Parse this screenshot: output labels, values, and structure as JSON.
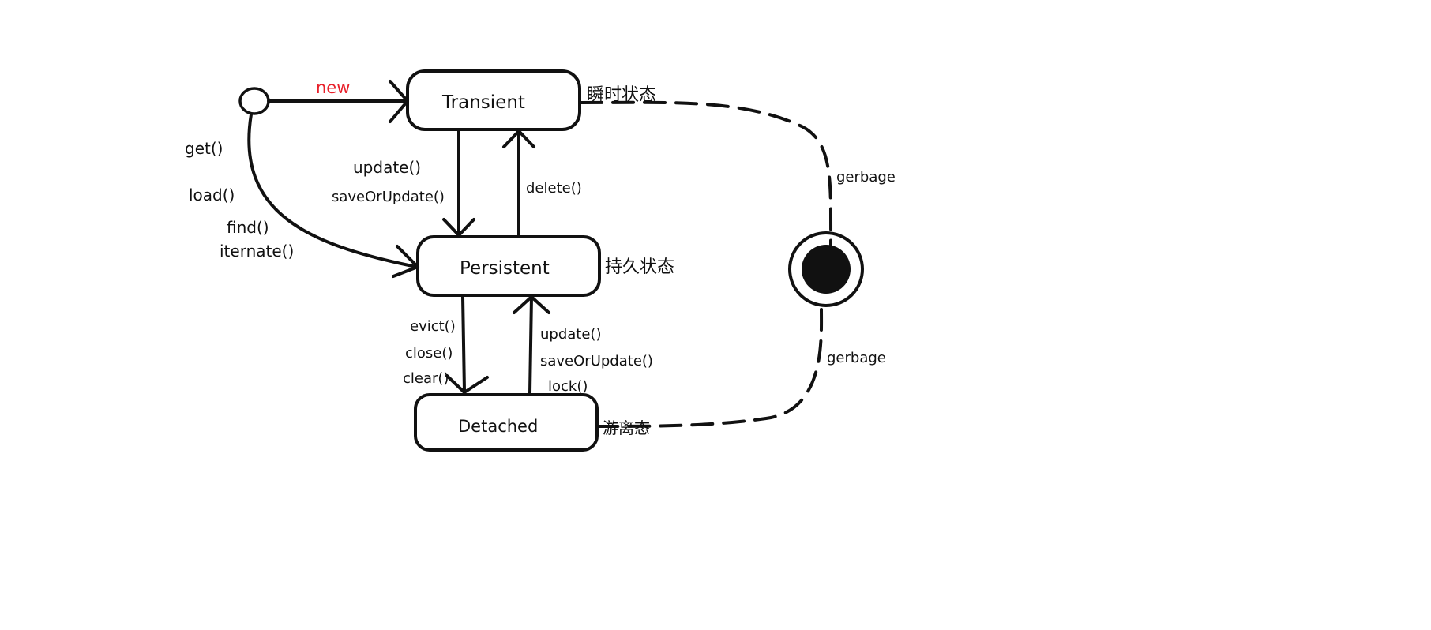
{
  "states": {
    "transient": {
      "name": "Transient",
      "cn_label": "瞬时状态"
    },
    "persistent": {
      "name": "Persistent",
      "cn_label": "持久状态"
    },
    "detached": {
      "name": "Detached",
      "cn_label": "游离态"
    }
  },
  "transitions": {
    "initial_to_transient": {
      "label": "new",
      "color": "#e8202a"
    },
    "initial_to_persistent": {
      "labels": [
        "get()",
        "load()",
        "find()",
        "iternate()"
      ]
    },
    "transient_to_persistent": {
      "labels": [
        "update()",
        "saveOrUpdate()"
      ]
    },
    "persistent_to_transient": {
      "label": "delete()"
    },
    "persistent_to_detached": {
      "labels": [
        "evict()",
        "close()",
        "clear()"
      ]
    },
    "detached_to_persistent": {
      "labels": [
        "update()",
        "saveOrUpdate()",
        "lock()"
      ]
    },
    "transient_to_final": {
      "label": "gerbage"
    },
    "detached_to_final": {
      "label": "gerbage"
    }
  },
  "colors": {
    "ink": "#111111",
    "accent": "#e8202a",
    "background": "#ffffff"
  }
}
